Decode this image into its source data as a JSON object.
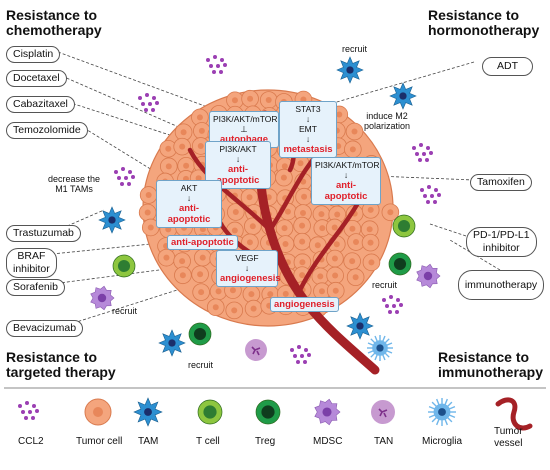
{
  "corners": {
    "chemo": [
      "Resistance to",
      "chemotherapy"
    ],
    "hormono": [
      "Resistance to",
      "hormonotherapy"
    ],
    "targeted": [
      "Resistance to",
      "targeted therapy"
    ],
    "immuno": [
      "Resistance to",
      "immunotherapy"
    ]
  },
  "drugs": {
    "cisplatin": "Cisplatin",
    "docetaxel": "Docetaxel",
    "cabazitaxel": "Cabazitaxel",
    "temozolomide": "Temozolomide",
    "trastuzumab": "Trastuzumab",
    "braf": [
      "BRAF",
      "inhibitor"
    ],
    "sorafenib": "Sorafenib",
    "bevacizumab": "Bevacizumab",
    "adt": "ADT",
    "tamoxifen": "Tamoxifen",
    "pd1": [
      "PD-1/PD-L1",
      "inhibitor"
    ],
    "immunotherapy": "immunotherapy"
  },
  "mechanisms": {
    "pi3k_mtor_1": {
      "line1": "PI3K/AKT/mTOR",
      "arrow": "⊥",
      "effect": "autophage"
    },
    "pi3k_akt": {
      "line1": "PI3K/AKT",
      "effect": "anti-apoptotic"
    },
    "akt": {
      "line1": "AKT",
      "effect": "anti-apoptotic"
    },
    "stat3": {
      "line1": "STAT3",
      "line2": "EMT",
      "effect": "metastasis"
    },
    "pi3k_mtor_2": {
      "line1": "PI3K/AKT/mTOR",
      "effect": "anti-apoptotic"
    },
    "vegf": {
      "line1": "VEGF",
      "effect": "angiogenesis"
    },
    "anti_apoptotic_solo": "anti-apoptotic",
    "angiogenesis_solo": "angiogenesis"
  },
  "notes": {
    "recruit_top": "recruit",
    "decrease_m1": [
      "decrease the",
      "M1 TAMs"
    ],
    "induce_m2": [
      "induce M2",
      "polarization"
    ],
    "recruit_left": "recruit",
    "recruit_bottom": "recruit",
    "recruit_right": "recruit"
  },
  "legend": [
    {
      "key": "ccl2",
      "label": "CCL2"
    },
    {
      "key": "tumor",
      "label": "Tumor cell"
    },
    {
      "key": "tam",
      "label": "TAM"
    },
    {
      "key": "tcell",
      "label": "T cell"
    },
    {
      "key": "treg",
      "label": "Treg"
    },
    {
      "key": "mdsc",
      "label": "MDSC"
    },
    {
      "key": "tan",
      "label": "TAN"
    },
    {
      "key": "microglia",
      "label": "Microglia"
    },
    {
      "key": "vessel",
      "label": [
        "Tumor",
        "vessel"
      ]
    }
  ],
  "colors": {
    "tumor_fill": "#f4a57d",
    "tumor_edge": "#d97a4e",
    "vessel": "#a52126",
    "tam": "#2c8fd1",
    "tcell": "#8dc63f",
    "treg": "#1f9b48",
    "mdsc": "#b689d9",
    "tan": "#c79ad0",
    "microglia": "#6fb6ea",
    "ccl2": "#9b3fb3",
    "effect_red": "#e0202a"
  }
}
